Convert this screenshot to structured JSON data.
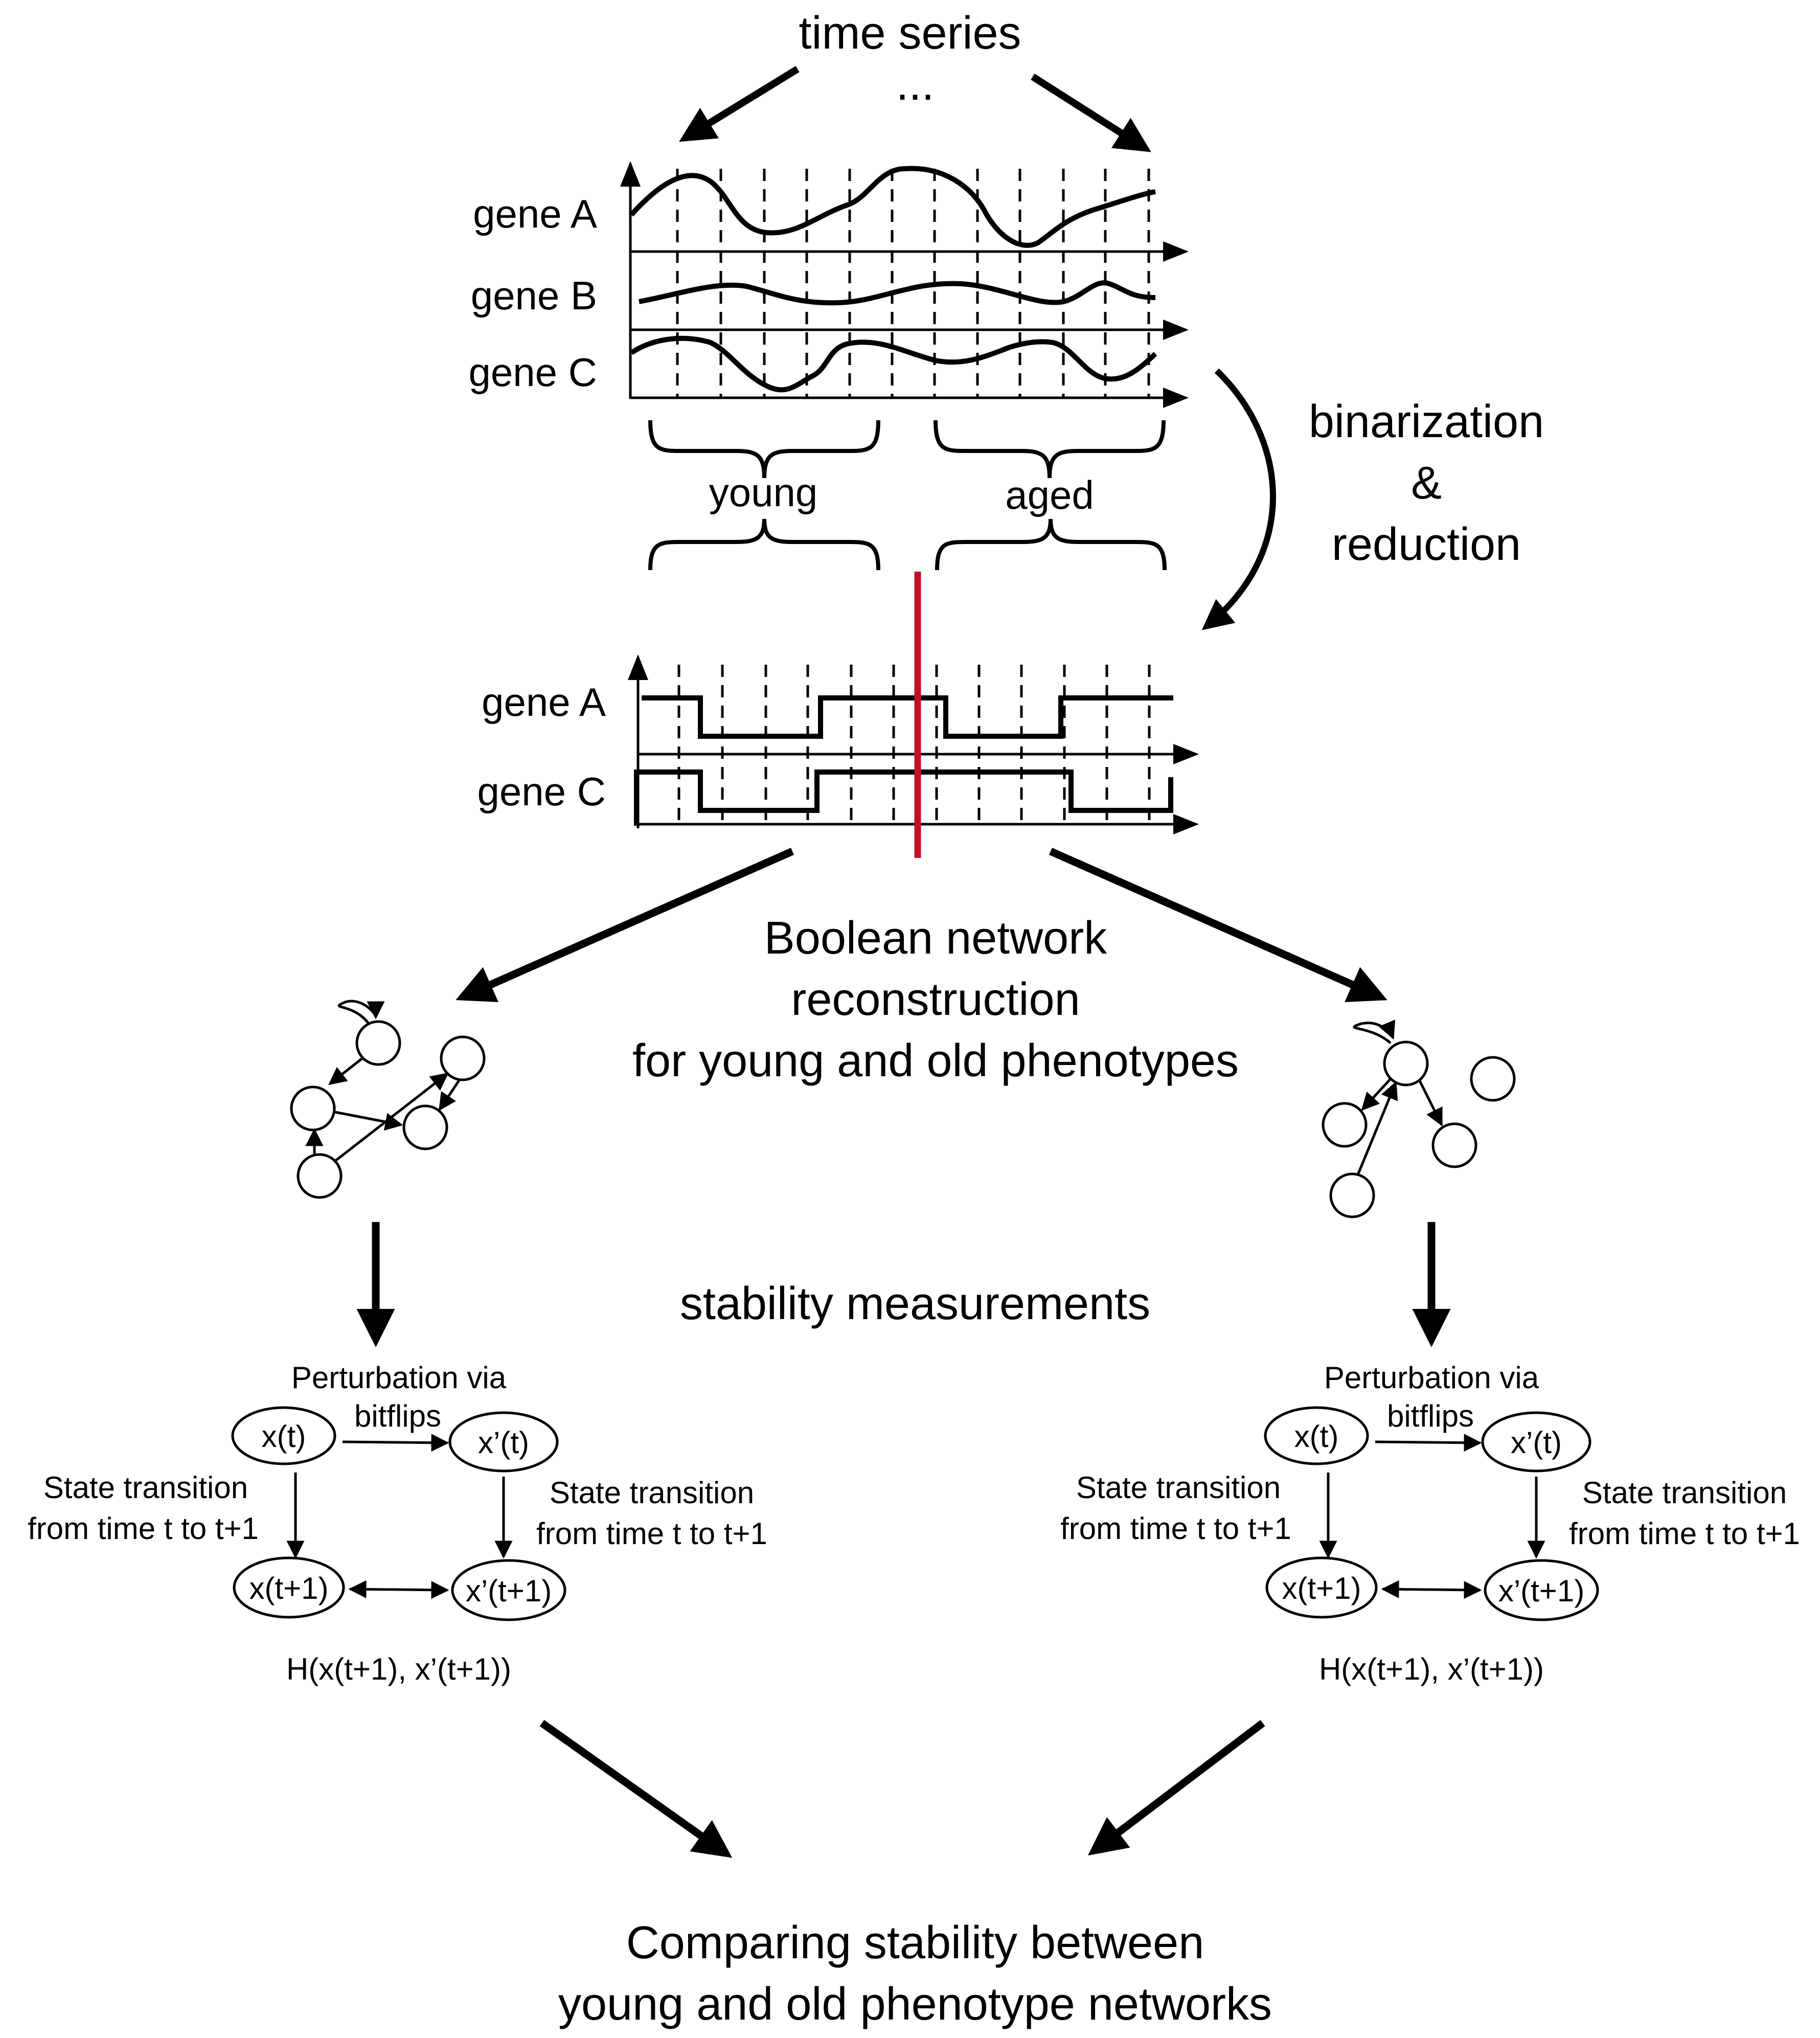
{
  "top": {
    "title": "time series",
    "ellipsis": "...",
    "gene_labels": [
      "gene A",
      "gene B",
      "gene C"
    ],
    "young_label": "young",
    "aged_label": "aged"
  },
  "binarization": {
    "line1": "binarization",
    "line2": "&",
    "line3": "reduction"
  },
  "binary": {
    "gene_labels": [
      "gene A",
      "gene C"
    ],
    "split_color": "#c0102a"
  },
  "reconstruction": {
    "line1": "Boolean network",
    "line2": "reconstruction",
    "line3": "for young and old phenotypes"
  },
  "stability": {
    "title": "stability measurements"
  },
  "perturbation": {
    "heading_line1": "Perturbation via",
    "heading_line2": "bitflips",
    "state_xt": "x(t)",
    "state_xpt": "x’(t)",
    "state_xt1": "x(t+1)",
    "state_xpt1": "x’(t+1)",
    "transition_line1": "State transition",
    "transition_line2": "from time t to t+1",
    "hamming": "H(x(t+1), x’(t+1))"
  },
  "conclusion": {
    "line1": "Comparing stability between",
    "line2": "young and old phenotype networks"
  }
}
